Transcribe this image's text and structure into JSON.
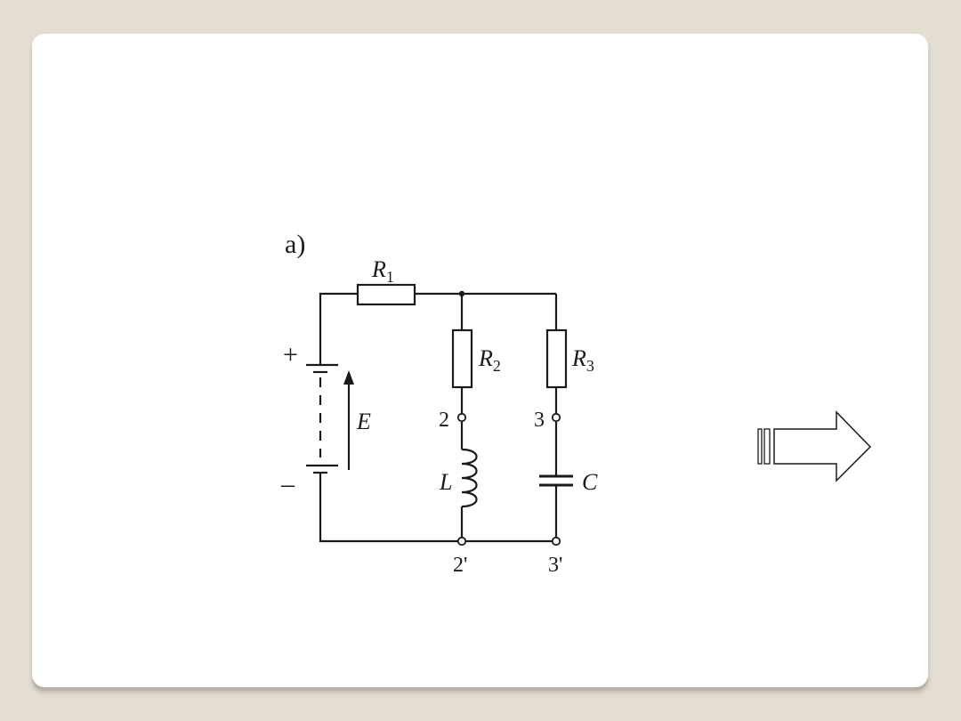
{
  "figure": {
    "panel_label": "a)",
    "components": {
      "r1": {
        "letter": "R",
        "sub": "1"
      },
      "r2": {
        "letter": "R",
        "sub": "2"
      },
      "r3": {
        "letter": "R",
        "sub": "3"
      },
      "source": "E",
      "inductor": "L",
      "capacitor": "C"
    },
    "polarity": {
      "plus": "+",
      "minus": "–"
    },
    "terminals": {
      "t2": "2",
      "t3": "3",
      "t2p": "2'",
      "t3p": "3'"
    }
  },
  "nav": {
    "next_icon": "striped-right-arrow-icon"
  }
}
